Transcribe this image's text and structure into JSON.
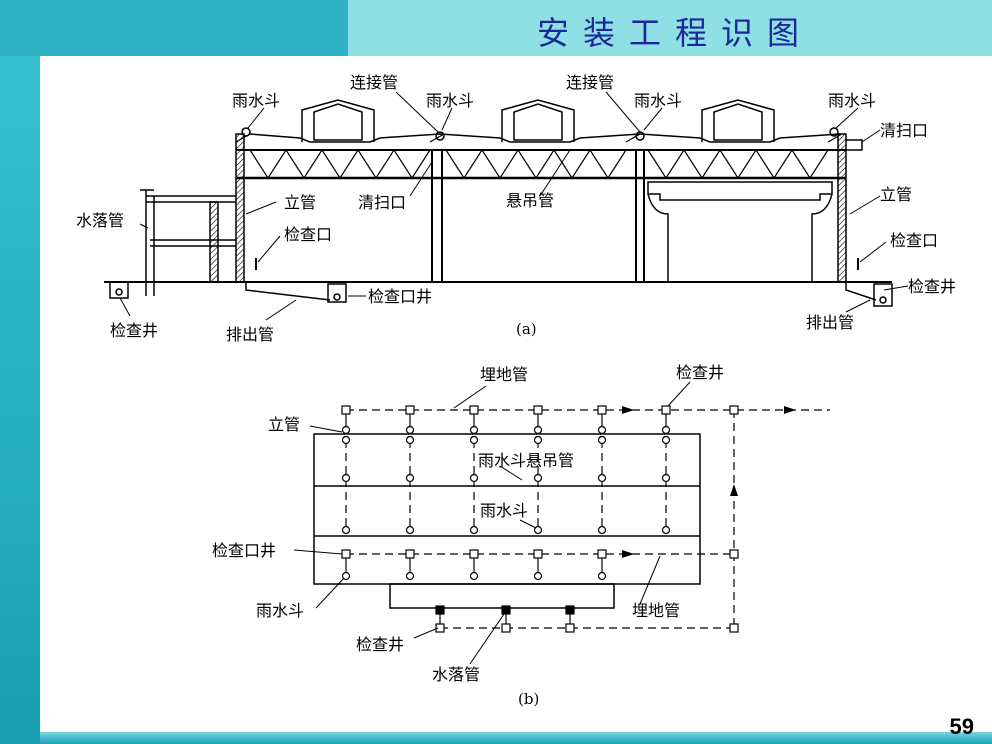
{
  "header": {
    "title": "安装工程识图"
  },
  "page_number": "59",
  "diagram_a": {
    "caption": "(a)",
    "labels": {
      "rain_hopper_1": "雨水斗",
      "connecting_pipe_1": "连接管",
      "rain_hopper_2": "雨水斗",
      "connecting_pipe_2": "连接管",
      "rain_hopper_3": "雨水斗",
      "rain_hopper_4": "雨水斗",
      "cleanout_right": "清扫口",
      "downpipe_left": "立管",
      "cleanout_mid": "清扫口",
      "suspended_pipe": "悬吊管",
      "downpipe_right": "立管",
      "drop_pipe": "水落管",
      "inspection_port_left": "检查口",
      "inspection_port_right": "检查口",
      "inspection_well_right": "检查井",
      "inspection_port_well": "检查口井",
      "inspection_well_left": "检查井",
      "outlet_pipe_left": "排出管",
      "outlet_pipe_right": "排出管"
    }
  },
  "diagram_b": {
    "caption": "(b)",
    "labels": {
      "buried_pipe_top": "埋地管",
      "inspection_well_top": "检查井",
      "downpipe": "立管",
      "rain_hopper_suspended": "雨水斗悬吊管",
      "rain_hopper_mid": "雨水斗",
      "inspection_port_well": "检查口井",
      "rain_hopper_low": "雨水斗",
      "buried_pipe_low": "埋地管",
      "inspection_well_low": "检查井",
      "drop_pipe": "水落管"
    }
  }
}
